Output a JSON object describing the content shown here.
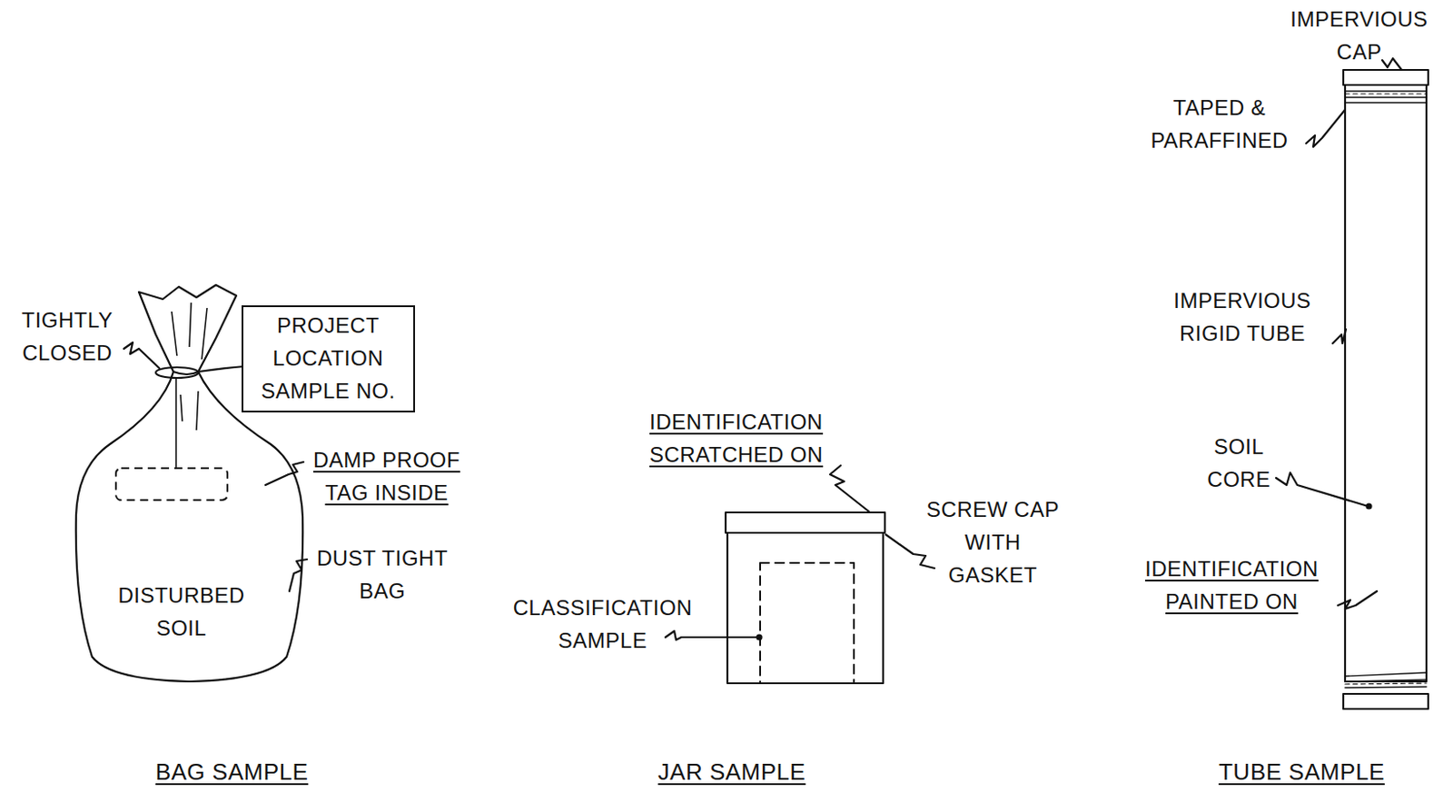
{
  "diagram": {
    "nodes": [
      {
        "text": [
          "DISTURBED SOIL"
        ]
      },
      {
        "text": [
          "PROJECT LOCATION SAMPLE NO."
        ]
      }
    ],
    "labels": [
      "TIGHTLY CLOSED",
      "DAMP PROOF TAG INSIDE",
      "DUST TIGHT BAG",
      "BAG SAMPLE",
      "IDENTIFICATION SCRATCHED ON",
      "SCREW CAP WITH GASKET",
      "CLASSIFICATION SAMPLE",
      "JAR SAMPLE",
      "IMPERVIOUS CAP",
      "TAPED & PARAFFINED",
      "IMPERVIOUS RIGID TUBE",
      "SOIL CORE",
      "IDENTIFICATION PAINTED ON",
      "TUBE SAMPLE"
    ]
  }
}
